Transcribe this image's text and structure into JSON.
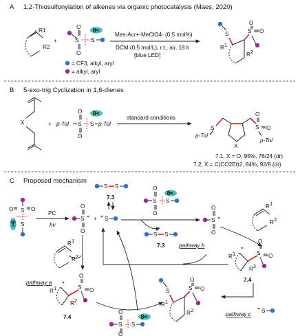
{
  "sections": {
    "a": {
      "letter": "A",
      "title": "1,2-Thiosulfonylation of alkenes via organic photocatalysis (Maes, 2020)",
      "plus": "+",
      "catalyst": "Mes-Acr+-MeClO4- (0.5 mol%)",
      "conditions": "DCM (0.5 mol/L), r.t., air, 18 h",
      "light": "[blue LED]",
      "legend_blue": "= CF3, alkyl, aryl",
      "legend_purple": "= alkyl, aryl",
      "r1": "R1",
      "r2": "R2"
    },
    "b": {
      "letter": "B",
      "title": "5-exo-trig Cyclization in 1,6-dienes",
      "x_label": "X",
      "plus": "+",
      "ptol_left": "p-Tol",
      "ptol_right": "p-Tol",
      "conditions": "standard conditions",
      "product_ptol_s": "p-Tol",
      "product_ptol_so2": "p-Tol",
      "product_x": "X",
      "result1": "7.1, X = O, 95%, 76/24 (dr)",
      "result2": "7.2, X = C(CO2Et)2, 84%, 92/8 (dr)"
    },
    "c": {
      "letter": "C",
      "title": "Proposed mechanism",
      "pc": "PC",
      "hv": "hv",
      "plus": "+",
      "compound_73_top": "7.3",
      "compound_73_mid": "7.3",
      "compound_74_right": "7.4",
      "compound_74_left": "7.4",
      "pathway_a": "pathway a",
      "pathway_b": "pathway b",
      "pathway_c": "pathway c"
    }
  },
  "colors": {
    "blue": "#2e6fd6",
    "purple": "#a2229b",
    "red": "#e3201b",
    "teal": "#48c0b6"
  }
}
